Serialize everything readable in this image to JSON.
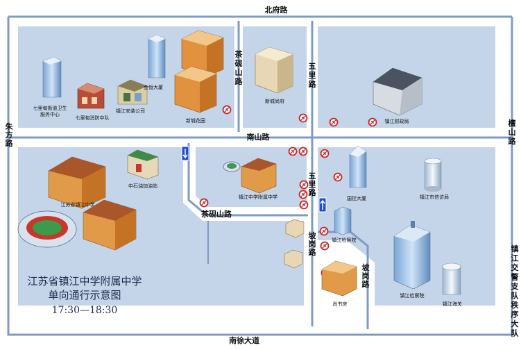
{
  "roads": {
    "north": "北府路",
    "west": "朱方路",
    "middle": "南山路",
    "south": "南徐大道",
    "east": "檀山路",
    "chayan_v": "茶砚山路",
    "chayan_h": "茶砚山路",
    "wuli_top": "五里路",
    "wuli_mid": "五里路",
    "pogang_a": "坡岗路",
    "pogang_b": "坡岗路"
  },
  "side_label": "镇江交警支队秩序大队",
  "buildings": {
    "qili_center": "七里甸街道卫生服务中心",
    "qili_fire": "七里甸消防中队",
    "anzhuang": "镇江安装公司",
    "jinheng": "金恒大厦",
    "xincheng_garden": "新城花园",
    "xincheng_shangfu": "新城尚府",
    "finance": "镇江财政局",
    "zhongshi": "中石油加油站",
    "fuzhong_school": "江苏省镇江中学",
    "fushu_middle": "镇江中学附属中学",
    "guokong": "国控大厦",
    "xinfang": "镇江市信访局",
    "procuratorate_small": "镇江检察院",
    "procuratorate": "镇江检察院",
    "shangshu": "尚书房",
    "customs": "镇江海关"
  },
  "title": {
    "line1": "江苏省镇江中学附属中学",
    "line2": "单向通行示意图",
    "line3": "17:30—18:30"
  },
  "colors": {
    "block": "#c4d5ea",
    "road": "#ffffff",
    "lane": "#7e9bc8",
    "sign_red": "#d42020",
    "arrow_blue": "#1f4fd4"
  }
}
